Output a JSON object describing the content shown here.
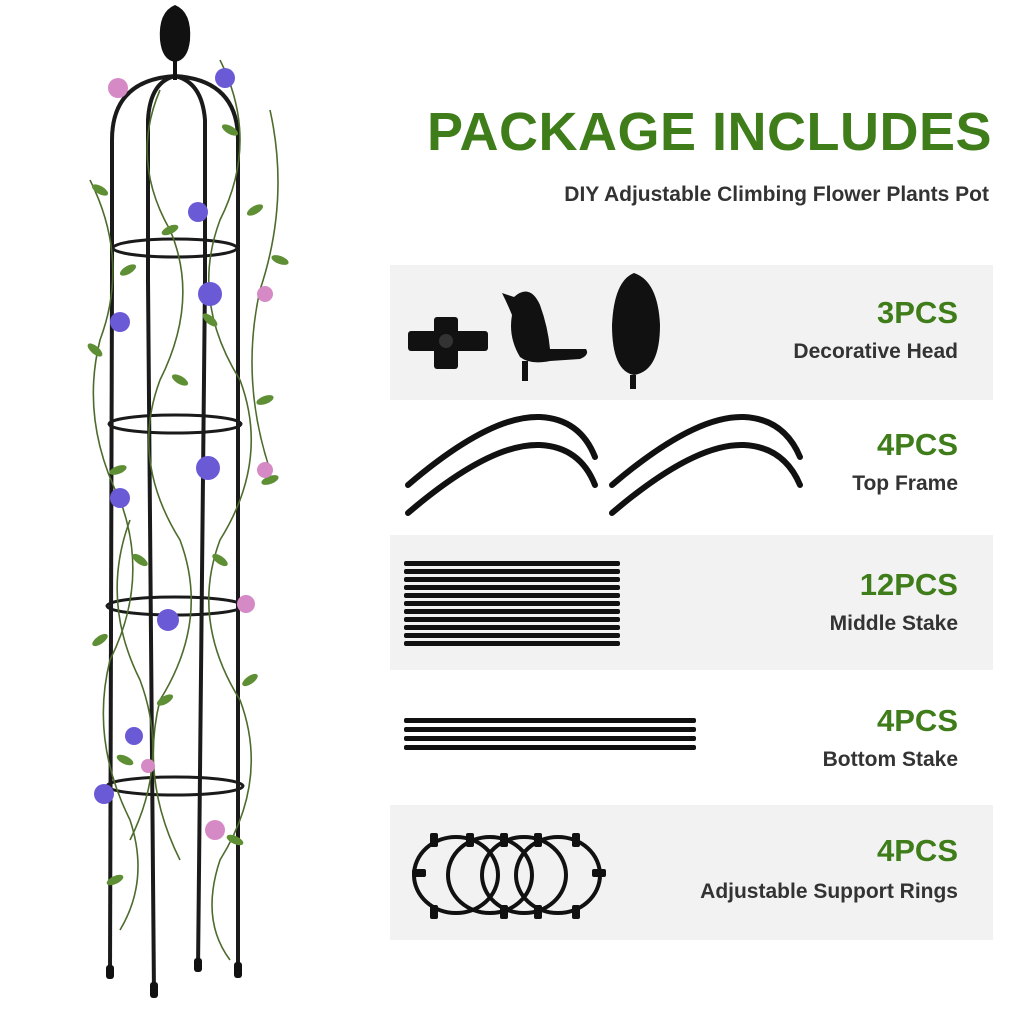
{
  "header": {
    "title": "PACKAGE INCLUDES",
    "subtitle": "DIY Adjustable Climbing Flower Plants Pot"
  },
  "items": [
    {
      "quantity": "3PCS",
      "name": "Decorative Head"
    },
    {
      "quantity": "4PCS",
      "name": "Top Frame"
    },
    {
      "quantity": "12PCS",
      "name": "Middle Stake"
    },
    {
      "quantity": "4PCS",
      "name": "Bottom Stake"
    },
    {
      "quantity": "4PCS",
      "name": "Adjustable Support Rings"
    }
  ],
  "colors": {
    "accent_green": "#3f7d1b",
    "text_dark": "#333333",
    "band_gray": "#f2f2f2",
    "part_black": "#111111"
  }
}
